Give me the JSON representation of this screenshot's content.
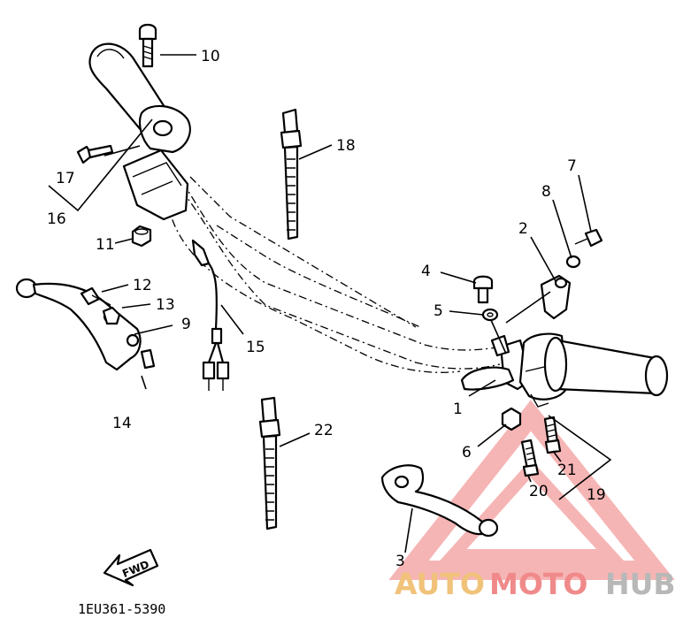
{
  "callouts": {
    "c1": "1",
    "c2": "2",
    "c3": "3",
    "c4": "4",
    "c5": "5",
    "c6": "6",
    "c7": "7",
    "c8": "8",
    "c9": "9",
    "c10": "10",
    "c11": "11",
    "c12": "12",
    "c13": "13",
    "c14": "14",
    "c15": "15",
    "c16": "16",
    "c17": "17",
    "c18": "18",
    "c19": "19",
    "c20": "20",
    "c21": "21",
    "c22": "22"
  },
  "fwd_label": "FWD",
  "diagram_code": "1EU361-5390",
  "watermark": {
    "part1": "AUTO",
    "part2": "MOTO",
    "part3": "HUB",
    "color_auto": "#f0c27a",
    "color_moto": "#f08a8a",
    "color_hub": "#b8b8b8"
  }
}
